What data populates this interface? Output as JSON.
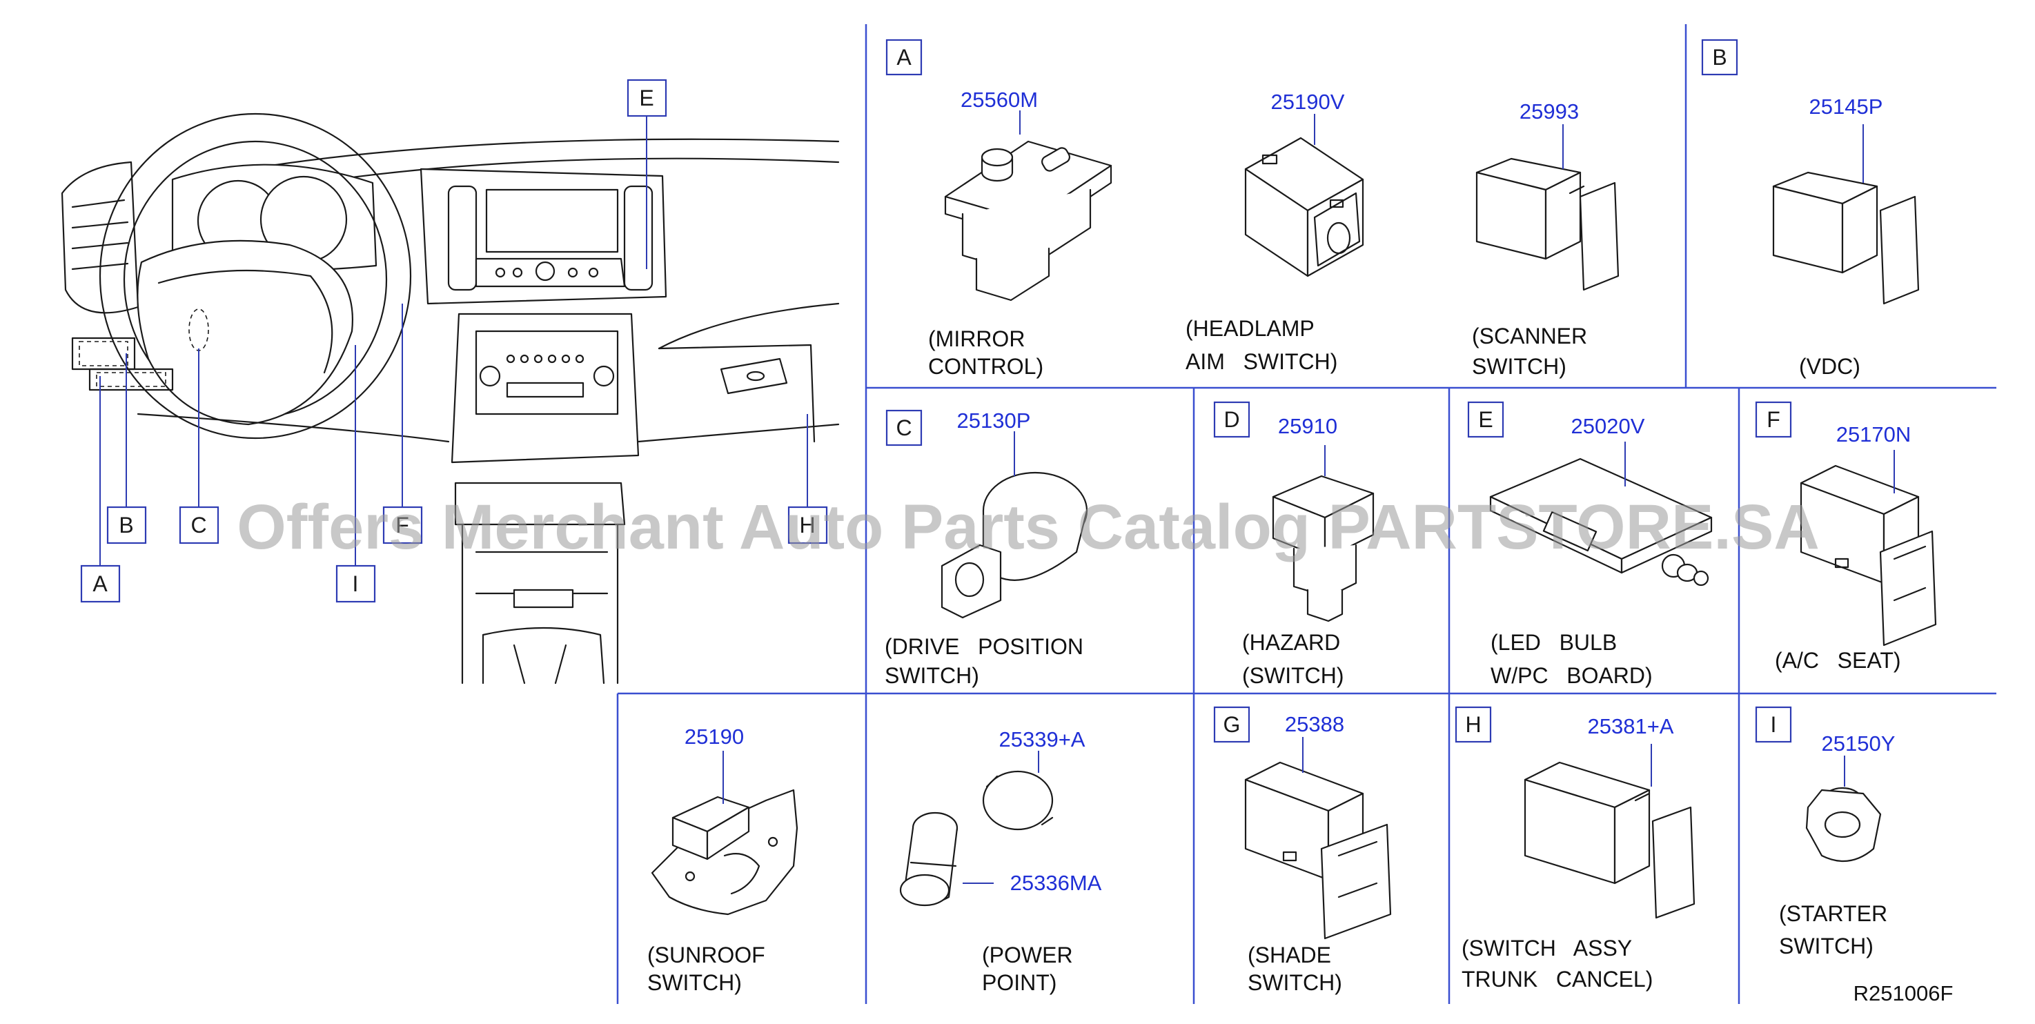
{
  "watermark": "Offers Merchant Auto Parts Catalog PARTSTORE.SA",
  "reference_code": "R251006F",
  "dash_callouts": [
    "A",
    "B",
    "C",
    "E",
    "F",
    "H",
    "I"
  ],
  "panels": [
    {
      "key": "A",
      "letter": "A",
      "parts": [
        {
          "number": "25560M",
          "caption": [
            "(MIRROR",
            "CONTROL)"
          ]
        },
        {
          "number": "25190V",
          "caption": [
            "(HEADLAMP",
            "AIM   SWITCH)"
          ]
        },
        {
          "number": "25993",
          "caption": [
            "(SCANNER",
            "SWITCH)"
          ]
        }
      ]
    },
    {
      "key": "B",
      "letter": "B",
      "parts": [
        {
          "number": "25145P",
          "caption": [
            "(VDC)"
          ]
        }
      ]
    },
    {
      "key": "C",
      "letter": "C",
      "parts": [
        {
          "number": "25130P",
          "caption": [
            "(DRIVE   POSITION",
            "SWITCH)"
          ]
        }
      ]
    },
    {
      "key": "D",
      "letter": "D",
      "parts": [
        {
          "number": "25910",
          "caption": [
            "(HAZARD",
            "(SWITCH)"
          ]
        }
      ]
    },
    {
      "key": "E",
      "letter": "E",
      "parts": [
        {
          "number": "25020V",
          "caption": [
            "(LED   BULB",
            "W/PC   BOARD)"
          ]
        }
      ]
    },
    {
      "key": "F",
      "letter": "F",
      "parts": [
        {
          "number": "25170N",
          "caption": [
            "(A/C   SEAT)"
          ]
        }
      ]
    },
    {
      "key": "SUN",
      "letter": "",
      "parts": [
        {
          "number": "25190",
          "caption": [
            "(SUNROOF",
            "SWITCH)"
          ]
        }
      ]
    },
    {
      "key": "PWR",
      "letter": "",
      "parts": [
        {
          "number": "25339+A",
          "caption": [
            "(POWER",
            "POINT)"
          ]
        },
        {
          "number": "25336MA",
          "caption": []
        }
      ]
    },
    {
      "key": "G",
      "letter": "G",
      "parts": [
        {
          "number": "25388",
          "caption": [
            "(SHADE",
            "SWITCH)"
          ]
        }
      ]
    },
    {
      "key": "H",
      "letter": "H",
      "parts": [
        {
          "number": "25381+A",
          "caption": [
            "(SWITCH   ASSY",
            "TRUNK   CANCEL)"
          ]
        }
      ]
    },
    {
      "key": "I",
      "letter": "I",
      "parts": [
        {
          "number": "25150Y",
          "caption": [
            "(STARTER",
            "SWITCH)"
          ]
        }
      ]
    }
  ]
}
